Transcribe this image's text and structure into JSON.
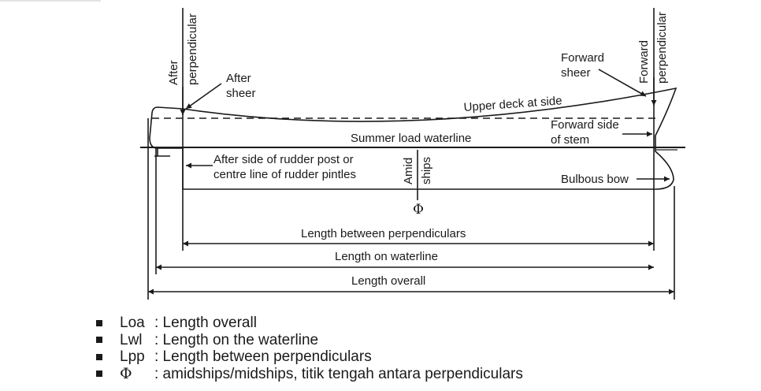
{
  "diagram": {
    "labels": {
      "after_perpendicular_1": "After",
      "after_perpendicular_2": "perpendicular",
      "after_sheer_1": "After",
      "after_sheer_2": "sheer",
      "forward_perpendicular_1": "Forward",
      "forward_perpendicular_2": "perpendicular",
      "forward_sheer_1": "Forward",
      "forward_sheer_2": "sheer",
      "upper_deck": "Upper deck at side",
      "summer_load_waterline": "Summer load waterline",
      "forward_side_stem_1": "Forward side",
      "forward_side_stem_2": "of stem",
      "rudder_post_1": "After side of rudder post or",
      "rudder_post_2": "centre line of rudder pintles",
      "amidships_1": "Amid",
      "amidships_2": "ships",
      "amidships_symbol": "Φ",
      "bulbous_bow": "Bulbous bow",
      "lpp": "Length between perpendiculars",
      "lwl": "Length on waterline",
      "loa": "Length overall"
    }
  },
  "legend": [
    {
      "abbr": "Loa",
      "text": ": Length overall"
    },
    {
      "abbr": "Lwl",
      "text": ": Length on the waterline"
    },
    {
      "abbr": "Lpp",
      "text": ": Length between perpendiculars"
    },
    {
      "abbr": "Φ",
      "text": ": amidships/midships, titik tengah antara perpendiculars"
    }
  ]
}
